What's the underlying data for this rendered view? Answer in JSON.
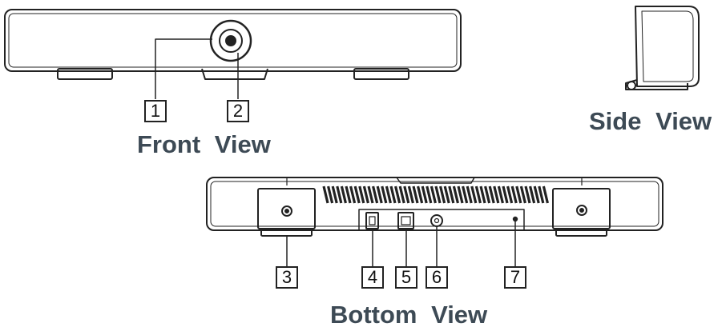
{
  "labels": {
    "front_view": "Front  View",
    "side_view": "Side  View",
    "bottom_view": "Bottom  View"
  },
  "callouts": {
    "front": [
      "1",
      "2"
    ],
    "bottom": [
      "3",
      "4",
      "5",
      "6",
      "7"
    ]
  }
}
